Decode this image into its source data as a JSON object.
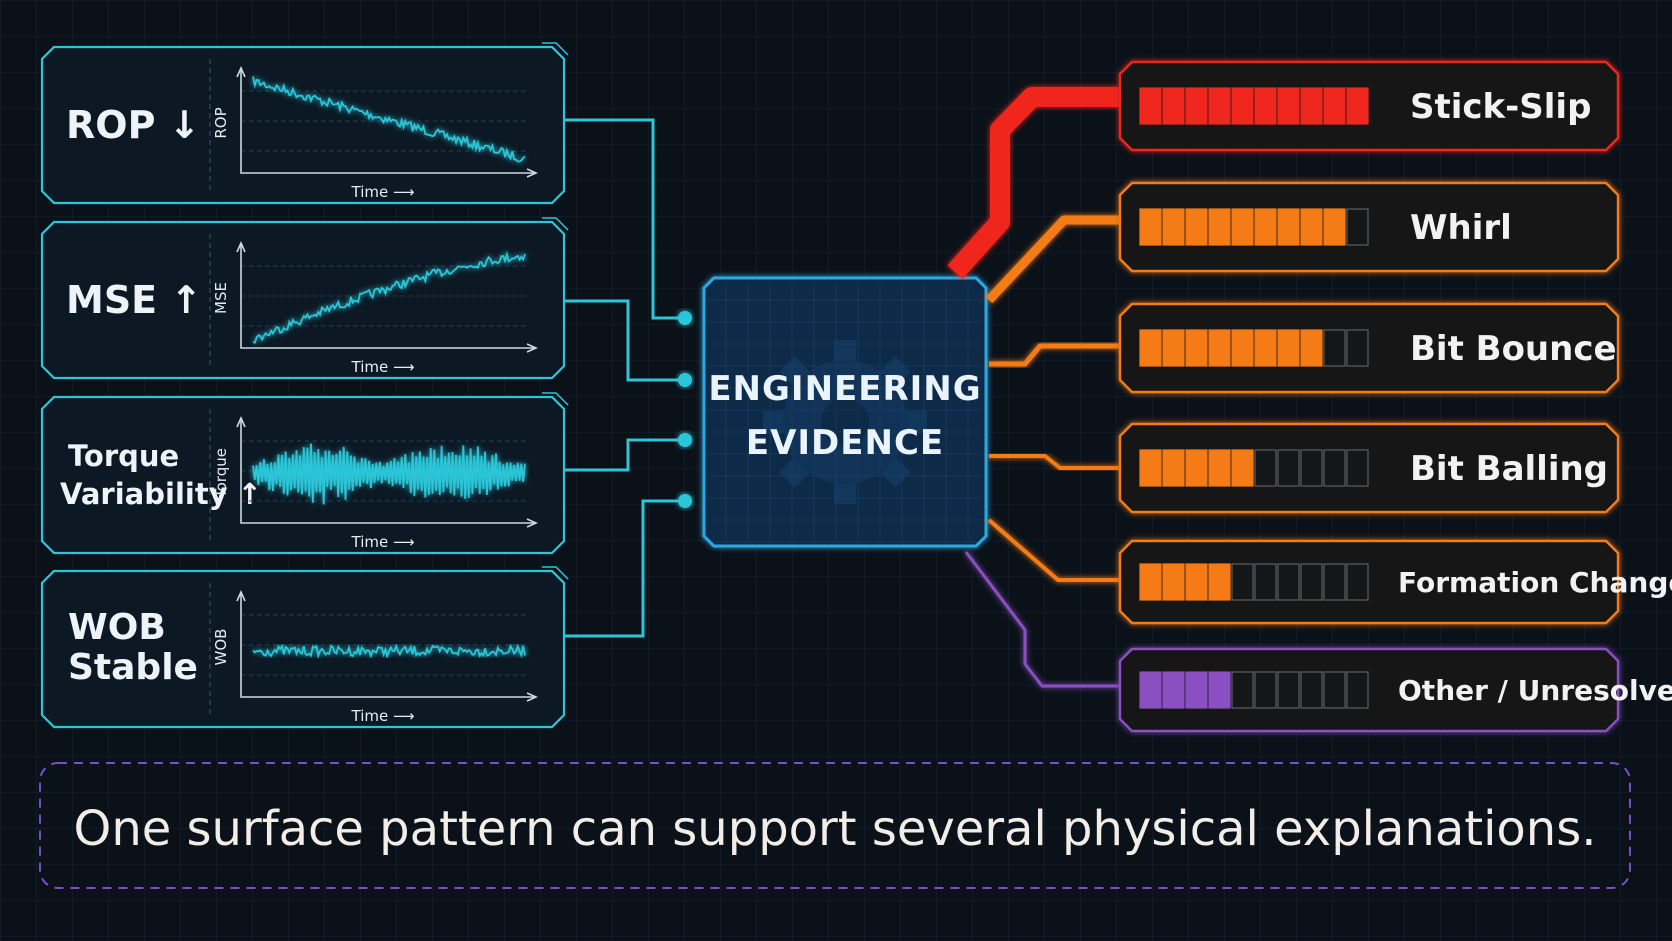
{
  "signals": [
    {
      "label_lines": [
        "ROP ↓"
      ],
      "axis_y": "ROP",
      "axis_x": "Time ⟶",
      "trend": "decreasing"
    },
    {
      "label_lines": [
        "MSE ↑"
      ],
      "axis_y": "MSE",
      "axis_x": "Time ⟶",
      "trend": "increasing"
    },
    {
      "label_lines": [
        "Torque",
        "Variability ↑"
      ],
      "axis_y": "Torque",
      "axis_x": "Time ⟶",
      "trend": "high-variability oscillation"
    },
    {
      "label_lines": [
        "WOB",
        "Stable"
      ],
      "axis_y": "WOB",
      "axis_x": "Time ⟶",
      "trend": "stable"
    }
  ],
  "hub": {
    "lines": [
      "ENGINEERING",
      "EVIDENCE"
    ],
    "icon": "gear-icon"
  },
  "hypotheses": [
    {
      "label": "Stick-Slip",
      "filled": 10,
      "total": 10,
      "color": "#f0271f"
    },
    {
      "label": "Whirl",
      "filled": 9,
      "total": 10,
      "color": "#f47b16"
    },
    {
      "label": "Bit Bounce",
      "filled": 8,
      "total": 10,
      "color": "#f47b16"
    },
    {
      "label": "Bit Balling",
      "filled": 5,
      "total": 10,
      "color": "#f47b16"
    },
    {
      "label": "Formation Change",
      "filled": 4,
      "total": 10,
      "color": "#f47b16"
    },
    {
      "label": "Other / Unresolved",
      "filled": 4,
      "total": 10,
      "color": "#8a4fc0"
    }
  ],
  "caption": "One surface pattern can support several physical explanations.",
  "colors": {
    "background": "#0b1119",
    "signal_accent": "#2cc6d8",
    "hub_border": "#2aa9e0",
    "stick_slip": "#f0271f",
    "orange": "#f47b16",
    "purple": "#8a4fc0",
    "caption_border": "#7c4fc6"
  }
}
